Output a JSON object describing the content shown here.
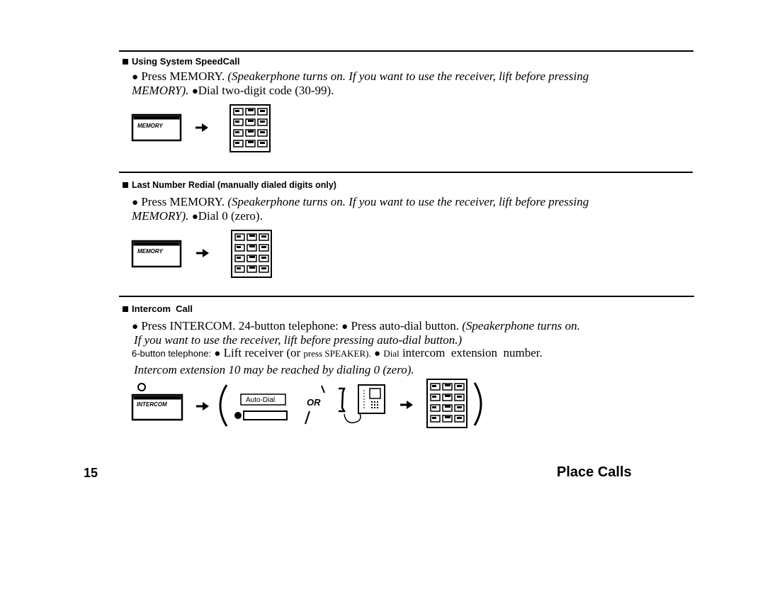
{
  "sections": [
    {
      "heading": "Using System SpeedCall",
      "line1_regular": "Press MEMORY.",
      "line1_italic": "(Speakerphone turns on. If you want to use the receiver, lift before pressing",
      "line2_italic": "MEMORY).",
      "line2_regular": "Dial two-digit code (30-99).",
      "button_label": "MEMORY"
    },
    {
      "heading": "Last Number Redial (manually dialed digits only)",
      "line1_regular": "Press MEMORY.",
      "line1_italic": "(Speakerphone turns on. If you want to use the receiver, lift before pressing",
      "line2_italic": "MEMORY).",
      "line2_regular": "Dial 0 (zero).",
      "button_label": "MEMORY"
    },
    {
      "heading": "Intercom  Call",
      "line1_a": "Press INTERCOM. 24-button telephone:",
      "line1_b": "Press auto-dial button.",
      "line1_italic": "(Speakerphone turns on.",
      "line2_italic": "If you want to use the receiver, lift before pressing auto-dial button.)",
      "line3_a": "6-button telephone:",
      "line3_b": "Lift receiver (or",
      "line3_c": "press SPEAKER).",
      "line3_d": "Dial",
      "line3_e": "intercom  extension  number.",
      "line4_italic": "Intercom extension 10 may be reached by dialing 0 (zero).",
      "button_label": "INTERCOM",
      "autodial_label": "Auto-Dial",
      "or_label": "OR"
    }
  ],
  "footer": {
    "page_number": "15",
    "title": "Place Calls"
  },
  "icons": [
    "bullet-icon",
    "arrow-right-icon",
    "dial-pad-icon",
    "handset-icon",
    "telephone-icon",
    "led-icon"
  ]
}
